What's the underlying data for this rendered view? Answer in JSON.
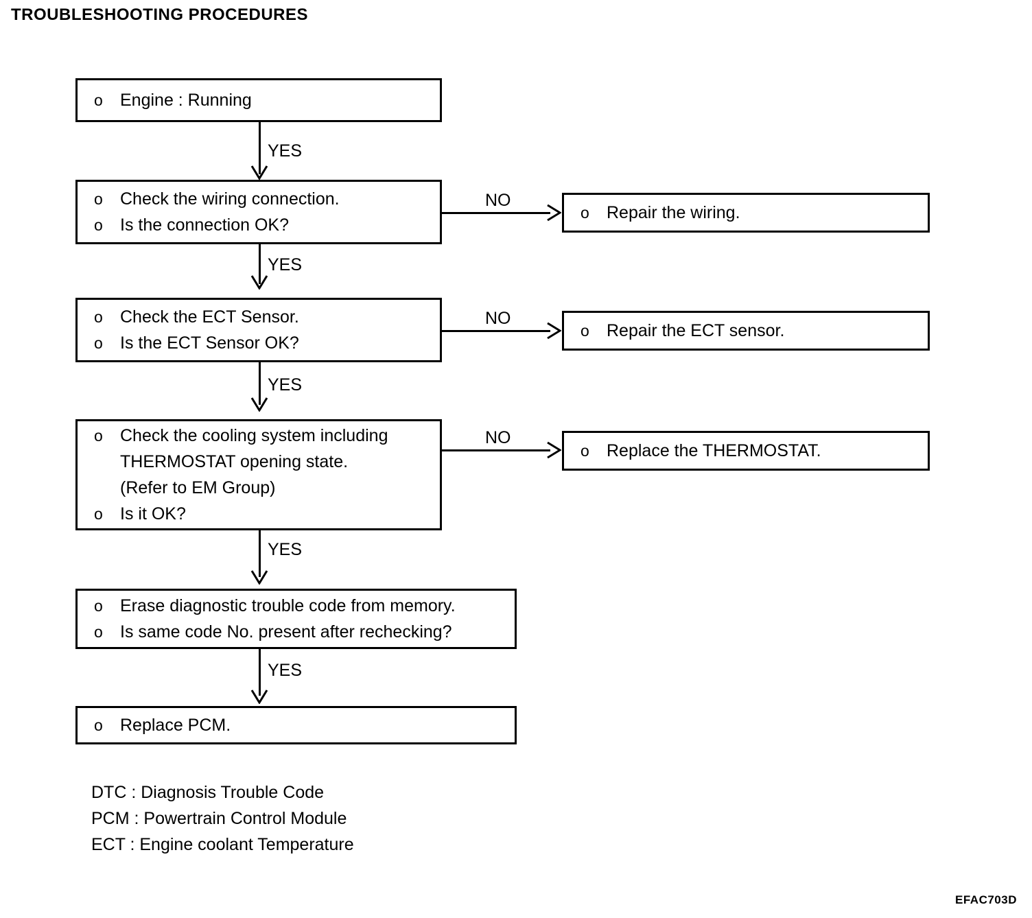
{
  "document": {
    "title": "TROUBLESHOOTING PROCEDURES",
    "reference_code": "EFAC703D"
  },
  "flow": {
    "bullet_marker": "o",
    "boxes": [
      {
        "id": "engine-running",
        "lines": [
          {
            "bullet": "o",
            "text": "Engine : Running"
          }
        ]
      },
      {
        "id": "check-wiring",
        "lines": [
          {
            "bullet": "o",
            "text": "Check the wiring connection."
          },
          {
            "bullet": "o",
            "text": "Is the connection OK?"
          }
        ]
      },
      {
        "id": "repair-wiring",
        "lines": [
          {
            "bullet": "o",
            "text": "Repair the wiring."
          }
        ]
      },
      {
        "id": "check-ect-sensor",
        "lines": [
          {
            "bullet": "o",
            "text": "Check the ECT Sensor."
          },
          {
            "bullet": "o",
            "text": "Is the ECT Sensor OK?"
          }
        ]
      },
      {
        "id": "repair-ect-sensor",
        "lines": [
          {
            "bullet": "o",
            "text": "Repair the ECT sensor."
          }
        ]
      },
      {
        "id": "check-cooling-system",
        "lines": [
          {
            "bullet": "o",
            "text": "Check the cooling system including"
          },
          {
            "bullet": "",
            "text": "THERMOSTAT opening state."
          },
          {
            "bullet": "",
            "text": "(Refer to EM Group)"
          },
          {
            "bullet": "o",
            "text": "Is it OK?"
          }
        ]
      },
      {
        "id": "replace-thermostat",
        "lines": [
          {
            "bullet": "o",
            "text": "Replace the THERMOSTAT."
          }
        ]
      },
      {
        "id": "erase-dtc",
        "lines": [
          {
            "bullet": "o",
            "text": "Erase diagnostic trouble code from memory."
          },
          {
            "bullet": "o",
            "text": "Is same code No. present after rechecking?"
          }
        ]
      },
      {
        "id": "replace-pcm",
        "lines": [
          {
            "bullet": "o",
            "text": "Replace PCM."
          }
        ]
      }
    ],
    "edge_labels": {
      "yes_1": "YES",
      "yes_2": "YES",
      "yes_3": "YES",
      "yes_4": "YES",
      "yes_5": "YES",
      "no_1": "NO",
      "no_2": "NO",
      "no_3": "NO"
    }
  },
  "legend": {
    "rows": [
      "DTC : Diagnosis Trouble Code",
      "PCM : Powertrain Control Module",
      "ECT : Engine coolant Temperature"
    ]
  },
  "colors": {
    "ink": "#000000",
    "paper": "#ffffff"
  }
}
